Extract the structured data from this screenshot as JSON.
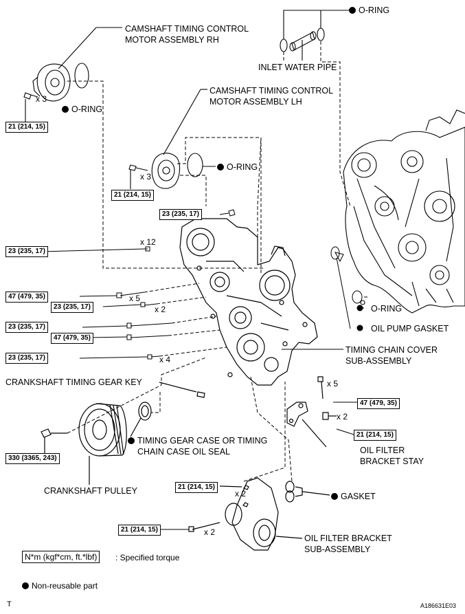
{
  "labels": {
    "o_ring_top": "O-RING",
    "inlet_water_pipe": "INLET WATER PIPE",
    "camshaft_rh_line1": "CAMSHAFT TIMING CONTROL",
    "camshaft_rh_line2": "MOTOR ASSEMBLY RH",
    "o_ring_rh": "O-RING",
    "camshaft_lh_line1": "CAMSHAFT TIMING CONTROL",
    "camshaft_lh_line2": "MOTOR ASSEMBLY LH",
    "o_ring_lh": "O-RING",
    "o_ring_right": "O-RING",
    "oil_pump_gasket": "OIL PUMP GASKET",
    "timing_chain_cover_line1": "TIMING CHAIN COVER",
    "timing_chain_cover_line2": "SUB-ASSEMBLY",
    "crankshaft_timing_gear_key": "CRANKSHAFT TIMING GEAR KEY",
    "oil_seal_line1": "TIMING GEAR CASE OR TIMING",
    "oil_seal_line2": "CHAIN CASE OIL SEAL",
    "crankshaft_pulley": "CRANKSHAFT PULLEY",
    "oil_filter_bracket_stay_line1": "OIL FILTER",
    "oil_filter_bracket_stay_line2": "BRACKET STAY",
    "gasket": "GASKET",
    "oil_filter_bracket_line1": "OIL FILTER BRACKET",
    "oil_filter_bracket_line2": "SUB-ASSEMBLY"
  },
  "torques": {
    "rh_bolts": "21 (214, 15)",
    "lh_bolts": "21 (214, 15)",
    "top_bolt": "23 (235, 17)",
    "x12_bolts": "23 (235, 17)",
    "x5_bolts_left": "47 (479, 35)",
    "x2_bolts_left": "23 (235, 17)",
    "long_bolt_1": "23 (235, 17)",
    "long_bolt_2": "47 (479, 35)",
    "x4_bolts": "23 (235, 17)",
    "x5_bolts_right": "47 (479, 35)",
    "stay_bolts": "21 (214, 15)",
    "pulley_bolt": "330 (3365, 243)",
    "bracket_nuts": "21 (214, 15)",
    "bracket_bolts": "21 (214, 15)"
  },
  "quantities": {
    "rh": "x 3",
    "lh": "x 3",
    "x12": "x 12",
    "x5_left": "x 5",
    "x2_left": "x 2",
    "x4": "x 4",
    "x5_right": "x 5",
    "x2_stay": "x 2",
    "x2_bracket_nuts": "x 2",
    "x2_bracket_bolts": "x 2"
  },
  "legend": {
    "torque_unit": "N*m (kgf*cm, ft.*lbf)",
    "torque_desc": ": Specified torque",
    "non_reusable": "Non-reusable part"
  },
  "footer": {
    "left_mark": "T",
    "figure_id": "A186631E03"
  }
}
